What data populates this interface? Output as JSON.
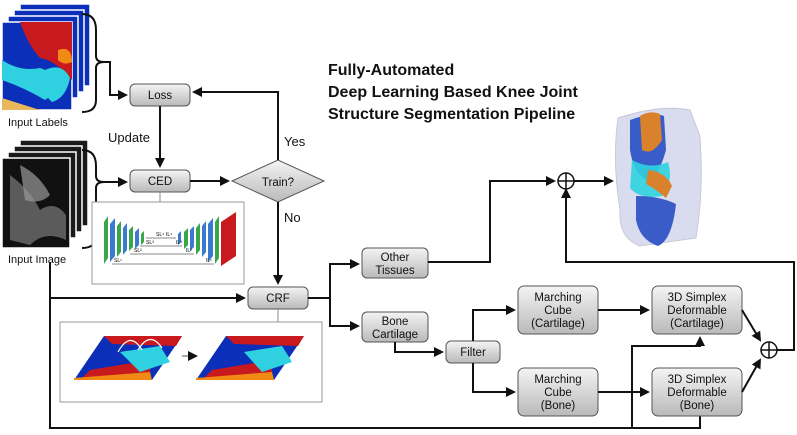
{
  "title_lines": [
    "Fully-Automated",
    "Deep Learning Based Knee Joint",
    "Structure Segmentation Pipeline"
  ],
  "labels": {
    "input_labels": "Input Labels",
    "input_image": "Input Image",
    "update": "Update",
    "yes": "Yes",
    "no": "No"
  },
  "nodes": {
    "loss": "Loss",
    "ced": "CED",
    "train": "Train?",
    "crf": "CRF",
    "other_tissues": [
      "Other",
      "Tissues"
    ],
    "bone_cartilage": [
      "Bone",
      "Cartilage"
    ],
    "filter": "Filter",
    "mc_cartilage": [
      "Marching",
      "Cube",
      "(Cartilage)"
    ],
    "mc_bone": [
      "Marching",
      "Cube",
      "(Bone)"
    ],
    "sd_cartilage": [
      "3D Simplex",
      "Deformable",
      "(Cartilage)"
    ],
    "sd_bone": [
      "3D Simplex",
      "Deformable",
      "(Bone)"
    ]
  },
  "ced_labels": {
    "sl1": "SL¹",
    "sl2": "SL²",
    "sl3": "SL³",
    "sl4": "SL⁴",
    "il1": "IL¹",
    "il2": "IL²",
    "il3": "IL³",
    "il4": "IL⁴"
  },
  "colors": {
    "label_bg": "#0b2fb8",
    "label_red": "#c8191e",
    "label_orange": "#f08a14",
    "label_cyan": "#2fd1e0",
    "label_tan": "#e8b85a",
    "mesh_blue": "#3a5cc8",
    "mesh_orange": "#d9822b",
    "mesh_gray": "#c9cde8",
    "box_top": "#f2f2f2",
    "box_bottom": "#bdbdbd"
  }
}
